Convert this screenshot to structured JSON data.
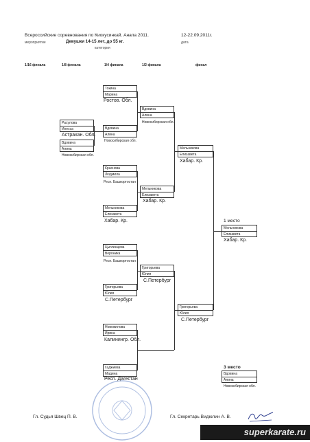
{
  "header": {
    "event": "Всероссийские соревнования по Киокусинкай. Анапа 2011.",
    "dates": "12-22.09.2011г.",
    "event_label": "мероприятие",
    "category": "Девушки 14-15 лет, до 55 кг.",
    "category_label": "категория",
    "date_label": "дата"
  },
  "rounds": [
    "1/16 финала",
    "1/8 финала",
    "1/4 финала",
    "1/2 финала",
    "финал"
  ],
  "bracket": {
    "r16": [
      {
        "first": "Расулова",
        "last": "Инесса",
        "region": "Астрахан. Обл."
      },
      {
        "first": "Вдовина",
        "last": "Алина",
        "region": "Новосибирская обл."
      }
    ],
    "r8": [
      {
        "first": "Токина",
        "last": "Марина",
        "region": "Ростов. Обл."
      },
      {
        "first": "Вдовина",
        "last": "Алина",
        "region": "Новосибирская обл."
      },
      {
        "first": "Краснова",
        "last": "Людмила",
        "region": "Респ. Башкортостан"
      },
      {
        "first": "Мельникова",
        "last": "Елизавета",
        "region": "Хабар. Кр."
      },
      {
        "first": "Цыглинцева",
        "last": "Вероника",
        "region": "Респ. Башкортостан"
      },
      {
        "first": "Григорьева",
        "last": "Юлия",
        "region": "С.Петербург"
      },
      {
        "first": "Новожилова",
        "last": "Ирина",
        "region": "Калинингр. Обл."
      },
      {
        "first": "Гаджиева",
        "last": "Мадина",
        "region": "Респ. Дагестан"
      }
    ],
    "qf": [
      {
        "first": "Вдовина",
        "last": "Алина",
        "region": "Новосибирская обл."
      },
      {
        "first": "Мельникова",
        "last": "Елизавета",
        "region": "Хабар. Кр."
      },
      {
        "first": "Григорьева",
        "last": "Юлия",
        "region": "С.Петербург"
      }
    ],
    "sf": [
      {
        "first": "Мельникова",
        "last": "Елизавета",
        "region": "Хабар. Кр."
      },
      {
        "first": "Григорьева",
        "last": "Юлия",
        "region": "С.Петербург"
      }
    ]
  },
  "results": {
    "first": {
      "label": "1 место",
      "first": "Мельникова",
      "last": "Елизавета",
      "region": "Хабар. Кр."
    },
    "third": {
      "label": "3 место",
      "first": "Вдовина",
      "last": "Алина",
      "region": "Новосибирская обл."
    }
  },
  "footer": {
    "judge": "Гл. Судья   Швец П. В.",
    "secretary": "Гл. Секретарь   Видюлин А. В."
  },
  "watermark": "superkarate.ru"
}
